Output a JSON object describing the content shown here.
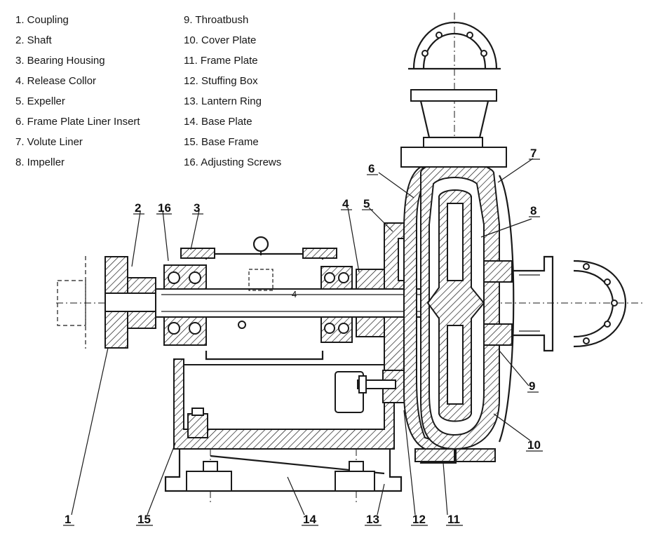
{
  "legend": {
    "left": [
      "1. Coupling",
      "2. Shaft",
      "3. Bearing Housing",
      "4. Release Collor",
      "5. Expeller",
      "6. Frame Plate Liner Insert",
      "7. Volute Liner",
      "8. Impeller"
    ],
    "right": [
      "9. Throatbush",
      "10. Cover Plate",
      "11. Frame Plate",
      "12. Stuffing Box",
      "13. Lantern Ring",
      "14. Base Plate",
      "15. Base Frame",
      "16. Adjusting Screws"
    ]
  },
  "callouts": {
    "c1": "1",
    "c2": "2",
    "c3": "3",
    "c4": "4",
    "c5": "5",
    "c6": "6",
    "c7": "7",
    "c8": "8",
    "c9": "9",
    "c10": "10",
    "c11": "11",
    "c12": "12",
    "c13": "13",
    "c14": "14",
    "c15": "15",
    "c16": "16",
    "c4_inner": "4"
  },
  "colors": {
    "ink": "#1a1a1a",
    "background": "#ffffff"
  }
}
